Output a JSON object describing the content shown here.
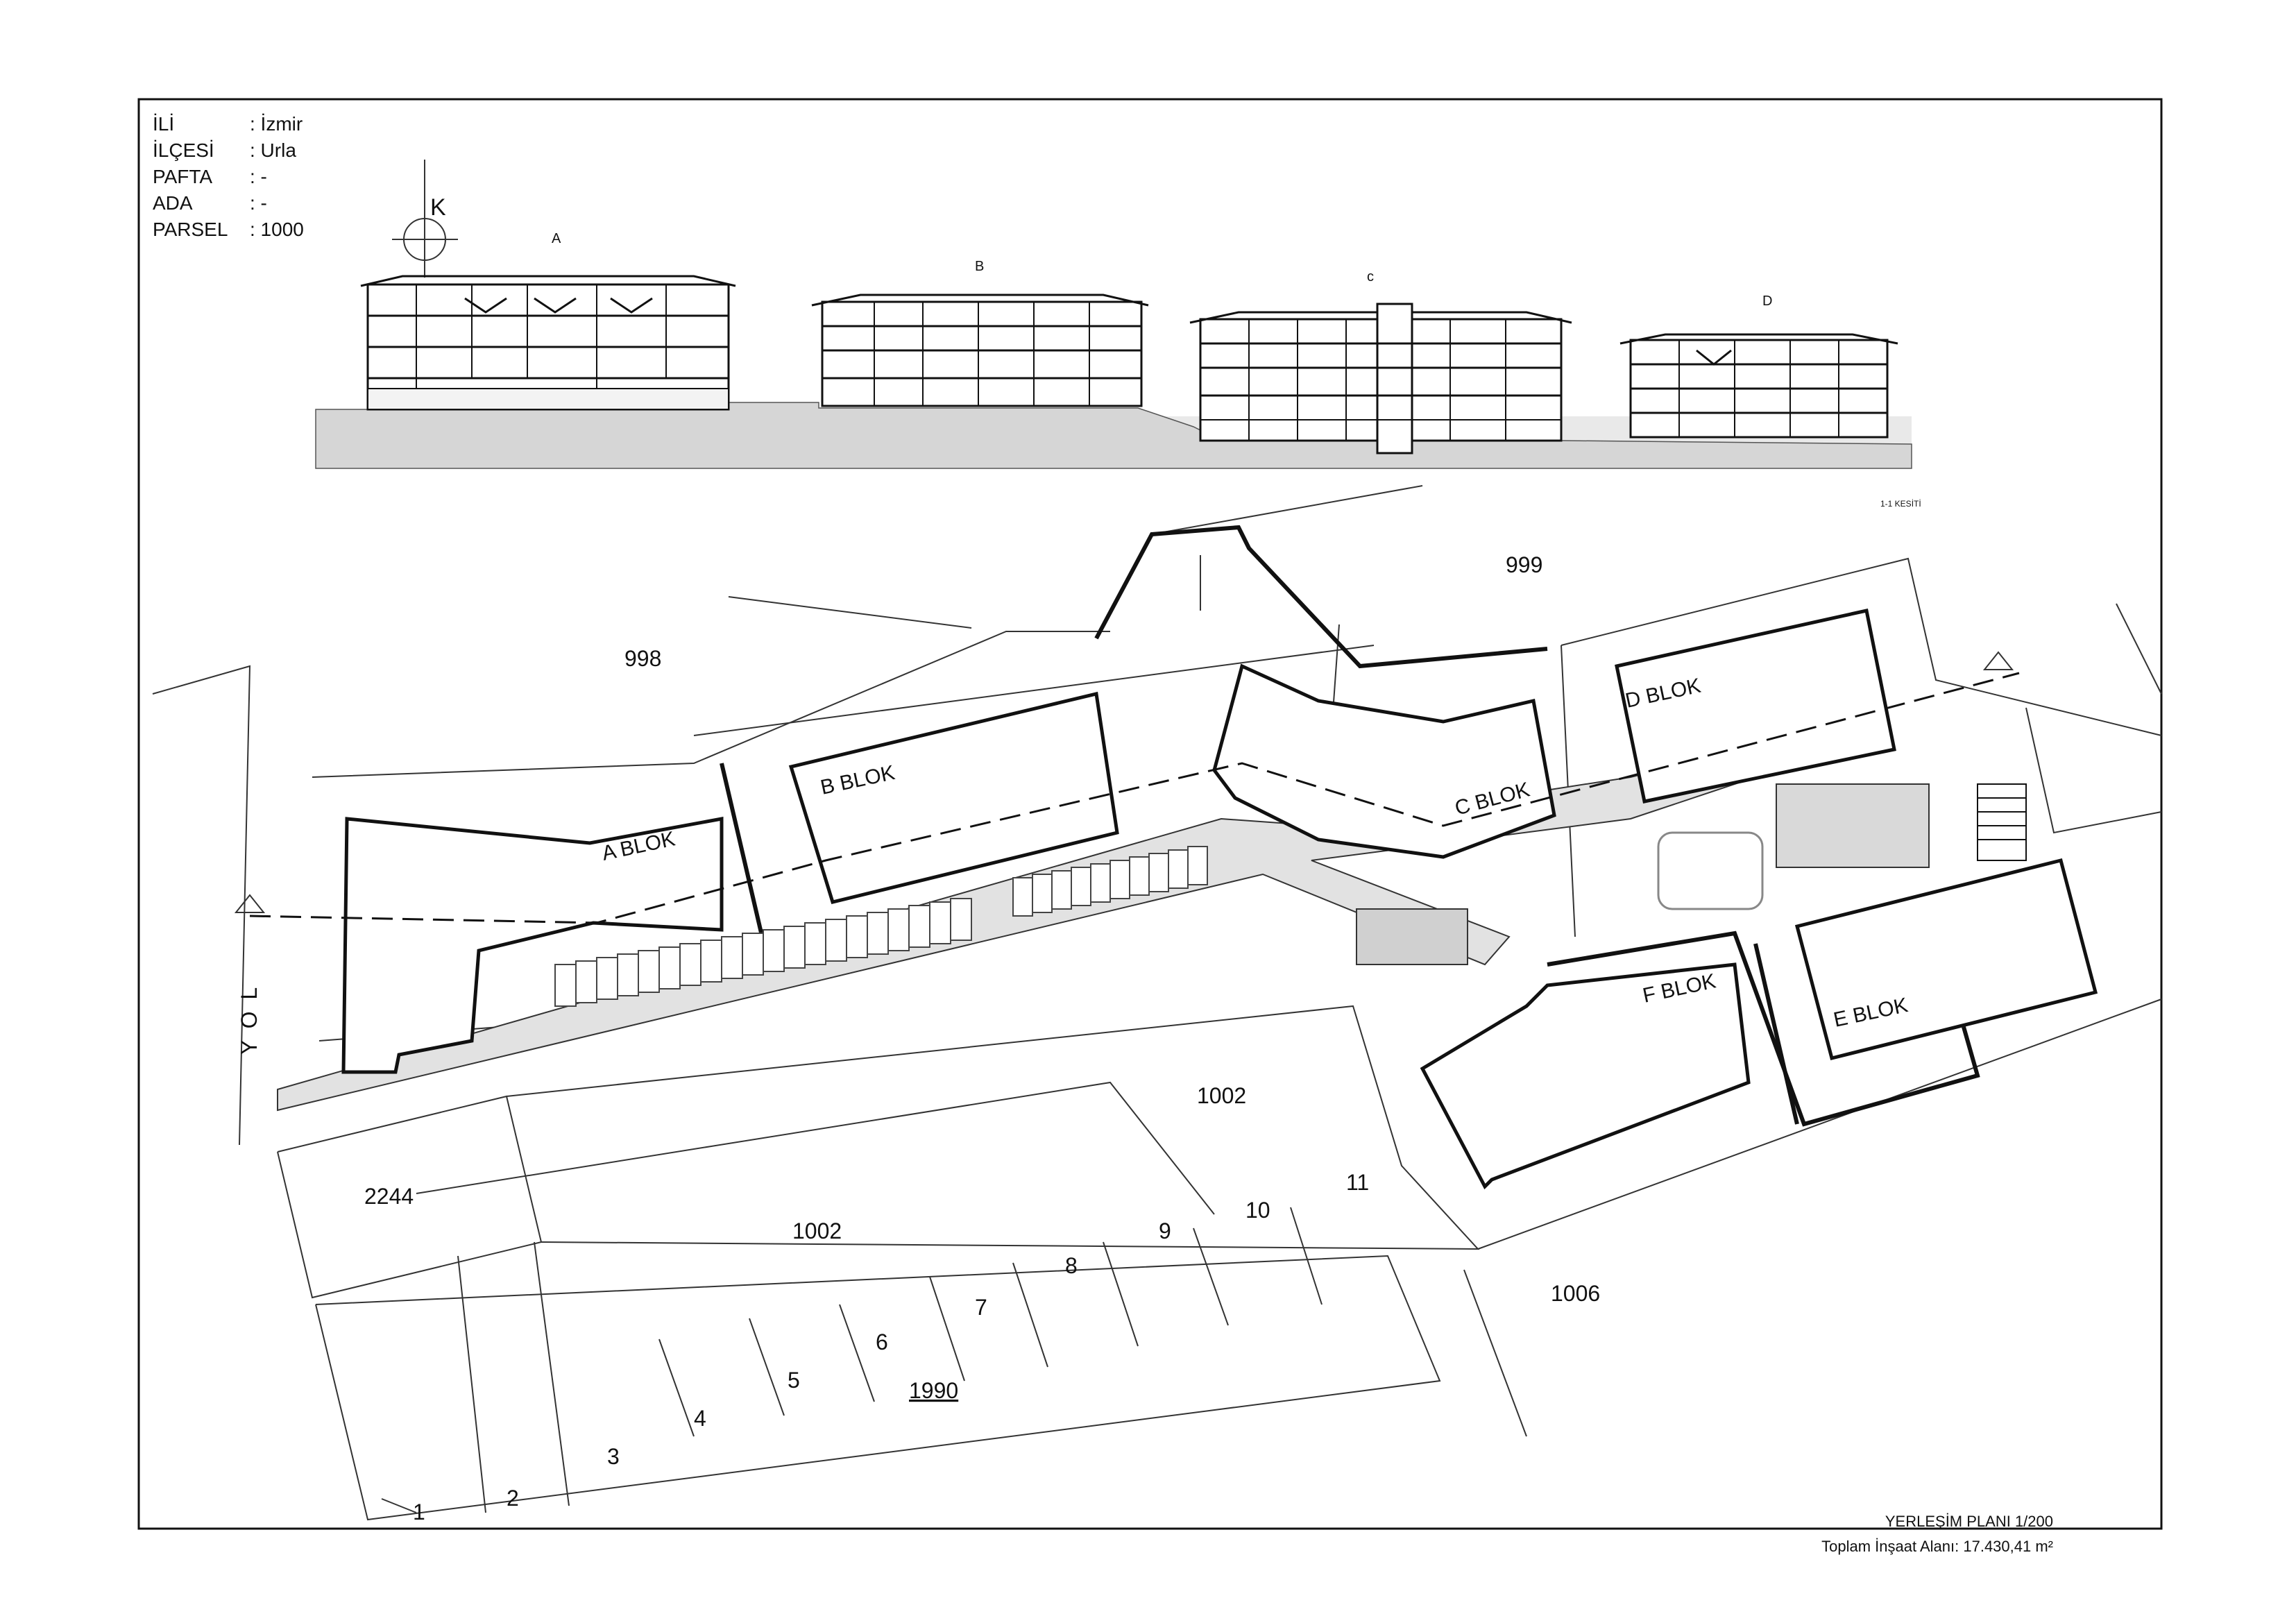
{
  "project_info": {
    "il_label": "İLİ",
    "il_value": ": İzmir",
    "ilce_label": "İLÇESİ",
    "ilce_value": ": Urla",
    "pafta_label": "PAFTA",
    "pafta_value": ": -",
    "ada_label": "ADA",
    "ada_value": ": -",
    "parsel_label": "PARSEL",
    "parsel_value": ": 1000"
  },
  "north_arrow": "K",
  "section": {
    "title": "1-1 KESİTİ",
    "labels": {
      "a": "A",
      "b": "B",
      "c": "c",
      "d": "D"
    }
  },
  "plan": {
    "blocks": {
      "a": "A BLOK",
      "b": "B BLOK",
      "c": "C BLOK",
      "d": "D BLOK",
      "e": "E BLOK",
      "f": "F BLOK"
    },
    "parcels": {
      "p998": "998",
      "p999": "999",
      "p1002a": "1002",
      "p1002b": "1002",
      "p2244": "2244",
      "p1006": "1006",
      "p1990": "1990",
      "lots": [
        "1",
        "2",
        "3",
        "4",
        "5",
        "6",
        "7",
        "8",
        "9",
        "10",
        "11"
      ]
    },
    "road": "Y O L"
  },
  "title_block": {
    "title": "YERLEŞİM PLANI  1/200",
    "area": "Toplam İnşaat Alanı: 17.430,41 m²"
  }
}
